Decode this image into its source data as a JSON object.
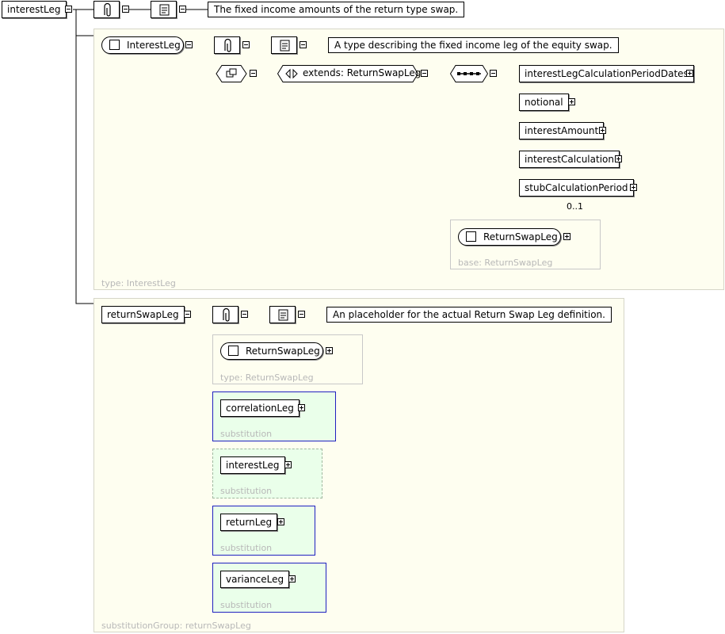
{
  "root": {
    "name": "interestLeg",
    "doc": "The fixed income amounts of the return type swap."
  },
  "interestLegType": {
    "name": "InterestLeg",
    "doc": "A type describing the fixed income leg of the equity swap.",
    "extends_label": "extends: ReturnSwapLeg",
    "sequence_children": [
      {
        "name": "interestLegCalculationPeriodDates",
        "expandable": true
      },
      {
        "name": "notional",
        "expandable": true
      },
      {
        "name": "interestAmount",
        "expandable": true
      },
      {
        "name": "interestCalculation",
        "expandable": true
      },
      {
        "name": "stubCalculationPeriod",
        "expandable": true
      }
    ],
    "stub_occurrence": "0..1",
    "base_type": {
      "name": "ReturnSwapLeg",
      "caption": "base: ReturnSwapLeg"
    },
    "type_caption": "type: InterestLeg"
  },
  "returnSwapLeg": {
    "name": "returnSwapLeg",
    "doc": "An placeholder for the actual Return Swap Leg definition.",
    "type_box": {
      "name": "ReturnSwapLeg",
      "caption": "type: ReturnSwapLeg"
    },
    "substitutions": [
      {
        "name": "correlationLeg",
        "caption": "substitution"
      },
      {
        "name": "interestLeg",
        "caption": "substitution"
      },
      {
        "name": "returnLeg",
        "caption": "substitution"
      },
      {
        "name": "varianceLeg",
        "caption": "substitution"
      }
    ],
    "group_caption": "substitutionGroup: returnSwapLeg"
  },
  "icons": {
    "annotation": "paperclip-icon",
    "documentation": "scroll-icon",
    "complex_type": "square-icon",
    "sequence": "sequence-icon",
    "extension": "extension-icon"
  },
  "colors": {
    "panel_bg": "#fefef0",
    "substitution_bg": "#eaffea",
    "substitution_border": "#2020c0"
  }
}
